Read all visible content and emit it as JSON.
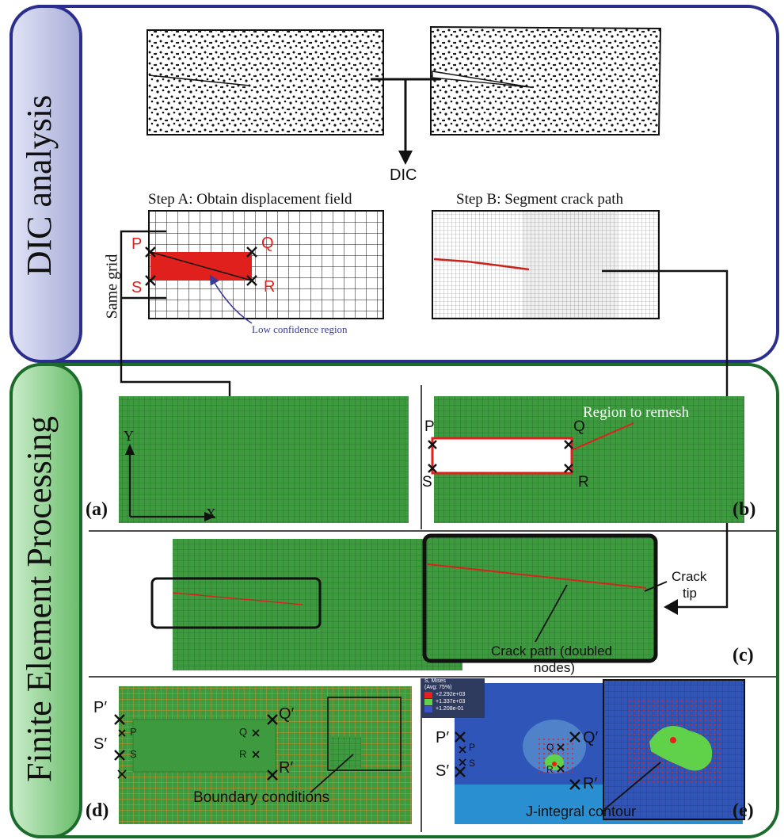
{
  "sections": {
    "dic": {
      "title": "DIC analysis",
      "border_color": "#2b2d8f",
      "pill_color": "#b8bde0"
    },
    "fe": {
      "title": "Finite Element Processing",
      "border_color": "#1b6b2a",
      "pill_color": "#79c27a"
    }
  },
  "dic": {
    "arrow_label": "DIC",
    "step_a_title": "Step A: Obtain displacement field",
    "step_b_title": "Step B: Segment crack path",
    "same_grid_label": "Same grid",
    "low_confidence_label": "Low confidence region",
    "points": {
      "p": "P",
      "q": "Q",
      "r": "R",
      "s": "S"
    }
  },
  "fe": {
    "panel_a": {
      "label": "(a)",
      "axis_x": "X",
      "axis_y": "Y"
    },
    "panel_b": {
      "label": "(b)",
      "remesh_label": "Region to remesh",
      "points": {
        "p": "P",
        "q": "Q",
        "r": "R",
        "s": "S"
      }
    },
    "panel_c": {
      "label": "(c)",
      "crack_tip_line1": "Crack",
      "crack_tip_line2": "tip",
      "crack_path_line1": "Crack path (doubled",
      "crack_path_line2": "nodes)"
    },
    "panel_d": {
      "label": "(d)",
      "bc_label": "Boundary conditions",
      "points": {
        "p_prime": "P′",
        "q_prime": "Q′",
        "r_prime": "R′",
        "s_prime": "S′",
        "p": "P",
        "q": "Q",
        "r": "R",
        "s": "S"
      }
    },
    "panel_e": {
      "label": "(e)",
      "j_label": "J-integral contour",
      "legend": {
        "title1": "S, Mises",
        "title2": "(Avg: 75%)",
        "entries": [
          "+2.292e+03",
          "+1.337e+03",
          "+1.208e-01"
        ],
        "colors": [
          "#e8201c",
          "#5fd24a",
          "#3b55c8"
        ]
      },
      "points": {
        "p_prime": "P′",
        "q_prime": "Q′",
        "r_prime": "R′",
        "s_prime": "S′",
        "p": "P",
        "q": "Q",
        "r": "R",
        "s": "S"
      }
    }
  },
  "colors": {
    "mesh_green": "#3d9a3f",
    "crack_red": "#d8231d",
    "accent_red": "#e0201d",
    "ann_blue": "#3b3b9b"
  }
}
